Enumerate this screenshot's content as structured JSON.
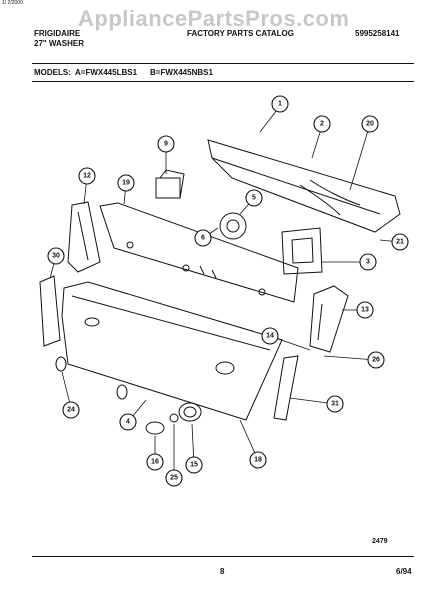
{
  "header": {
    "top_note": "1/ 2/2000",
    "brand": "FRIGIDAIRE",
    "product": "27\" WASHER",
    "catalog_title": "FACTORY PARTS CATALOG",
    "catalog_number": "5995258141",
    "watermark": "AppliancePartsPros.com",
    "models_label": "MODELS:",
    "model_a": "A=FWX445LBS1",
    "model_b": "B=FWX445NBS1"
  },
  "footer": {
    "drawing_number": "2479",
    "page_number": "8",
    "date": "6/94"
  },
  "callouts": [
    "1",
    "2",
    "20",
    "9",
    "5",
    "12",
    "19",
    "6",
    "21",
    "3",
    "30",
    "13",
    "14",
    "26",
    "24",
    "4",
    "31",
    "16",
    "25",
    "15",
    "18"
  ]
}
